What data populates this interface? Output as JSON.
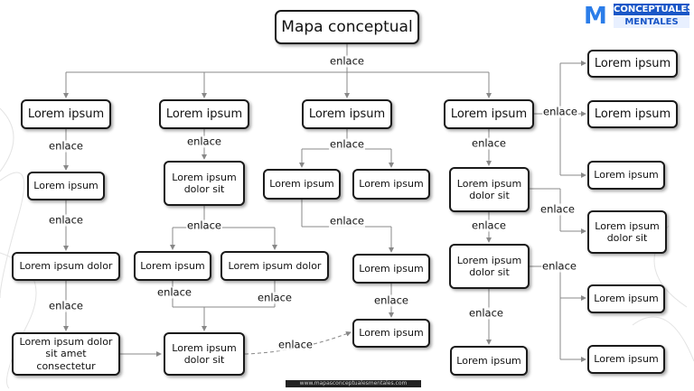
{
  "title": "Mapa conceptual",
  "logo": {
    "mark": "M",
    "line1": "CONCEPTUALES",
    "line2": "MENTALES"
  },
  "footer": "www.mapasconceptualesmentales.com",
  "colors": {
    "line": "#888888",
    "border": "#1a1a1a",
    "logo_blue": "#1a57c7"
  },
  "nodes": {
    "n1": "Lorem ipsum",
    "n2": "Lorem ipsum",
    "n3": "Lorem ipsum",
    "n4": "Lorem ipsum",
    "a1": "Lorem ipsum",
    "a2": "Lorem ipsum dolor",
    "a3": "Lorem ipsum dolor sit amet consectetur",
    "b1": "Lorem ipsum dolor sit",
    "b2": "Lorem ipsum",
    "b3": "Lorem ipsum dolor",
    "b4": "Lorem ipsum dolor sit",
    "c1": "Lorem ipsum",
    "c2": "Lorem ipsum",
    "c3": "Lorem ipsum",
    "c4": "Lorem ipsum",
    "d1": "Lorem ipsum dolor sit",
    "d2": "Lorem ipsum dolor sit",
    "d3": "Lorem ipsum",
    "r1": "Lorem ipsum",
    "r2": "Lorem ipsum",
    "r3": "Lorem ipsum",
    "r4": "Lorem ipsum dolor sit",
    "r5": "Lorem ipsum",
    "r6": "Lorem ipsum"
  },
  "links": {
    "root": "enlace",
    "a_top": "enlace",
    "a_mid": "enlace",
    "a_bot": "enlace",
    "b_top": "enlace",
    "b_mid": "enlace",
    "b_left": "enlace",
    "b_right": "enlace",
    "b_dash": "enlace",
    "c_top": "enlace",
    "c_mid": "enlace",
    "c_bot": "enlace",
    "d_top": "enlace",
    "d_mid": "enlace",
    "d_bot": "enlace",
    "d_side1": "enlace",
    "d_side2": "enlace",
    "d_right": "enlace"
  }
}
